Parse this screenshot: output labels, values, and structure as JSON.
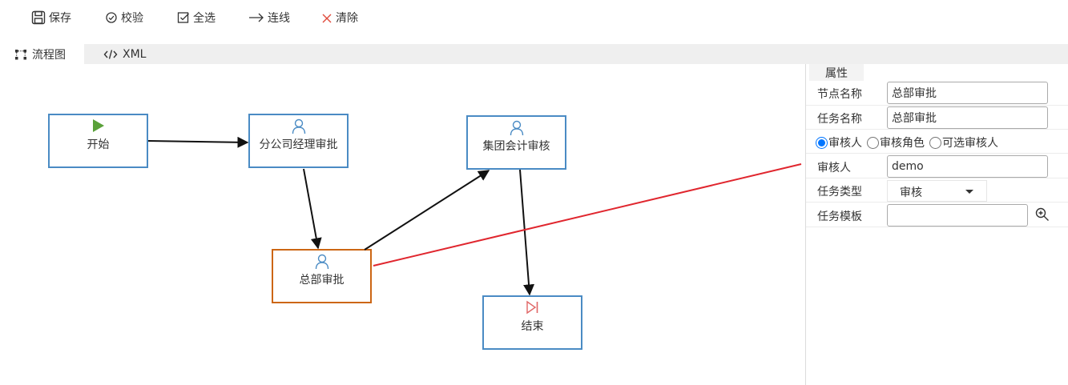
{
  "toolbar": {
    "save": "保存",
    "validate": "校验",
    "select_all": "全选",
    "connect": "连线",
    "clear": "清除"
  },
  "tabs": {
    "flowchart": "流程图",
    "xml": "XML"
  },
  "nodes": {
    "start": "开始",
    "branch_manager": "分公司经理审批",
    "group_accounting": "集团会计审核",
    "hq_approval": "总部审批",
    "end": "结束"
  },
  "colors": {
    "node_border": "#4a8bc4",
    "selected_border": "#cc6614",
    "start_icon": "#5aa13a",
    "end_icon": "#e06666",
    "highlight_line": "#e0262e",
    "clear_icon": "#e04a3b"
  },
  "panel": {
    "tab": "属性",
    "node_name_label": "节点名称",
    "node_name_value": "总部审批",
    "task_name_label": "任务名称",
    "task_name_value": "总部审批",
    "radio_options": [
      "审核人",
      "审核角色",
      "可选审核人"
    ],
    "reviewer_label": "审核人",
    "reviewer_value": "demo",
    "task_type_label": "任务类型",
    "task_type_value": "审核",
    "task_template_label": "任务模板",
    "task_template_value": ""
  }
}
